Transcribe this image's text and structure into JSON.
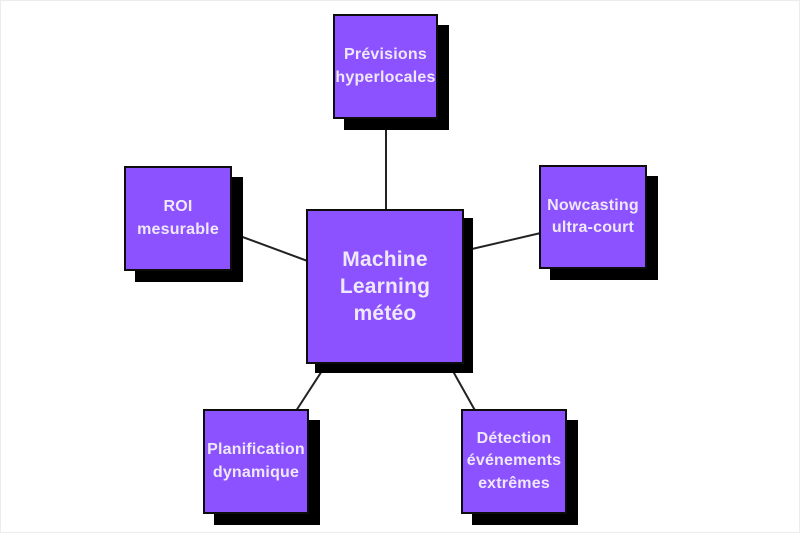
{
  "diagram": {
    "center_node": {
      "label": "Machine\nLearning\nmétéo"
    },
    "nodes": [
      {
        "id": "top",
        "label": "Prévisions\nhyperlocales"
      },
      {
        "id": "left",
        "label": "ROI\nmesurable"
      },
      {
        "id": "right",
        "label": "Nowcasting\nultra-court"
      },
      {
        "id": "bottom-left",
        "label": "Planification\ndynamique"
      },
      {
        "id": "bottom-right",
        "label": "Détection\névénements\nextrêmes"
      }
    ],
    "colors": {
      "background": "#ffffff",
      "node_fill": "#8C52FF",
      "node_border": "#0d0d0d",
      "shadow": "#000000",
      "text": "#EFE8FA",
      "connector": "#222222"
    }
  }
}
